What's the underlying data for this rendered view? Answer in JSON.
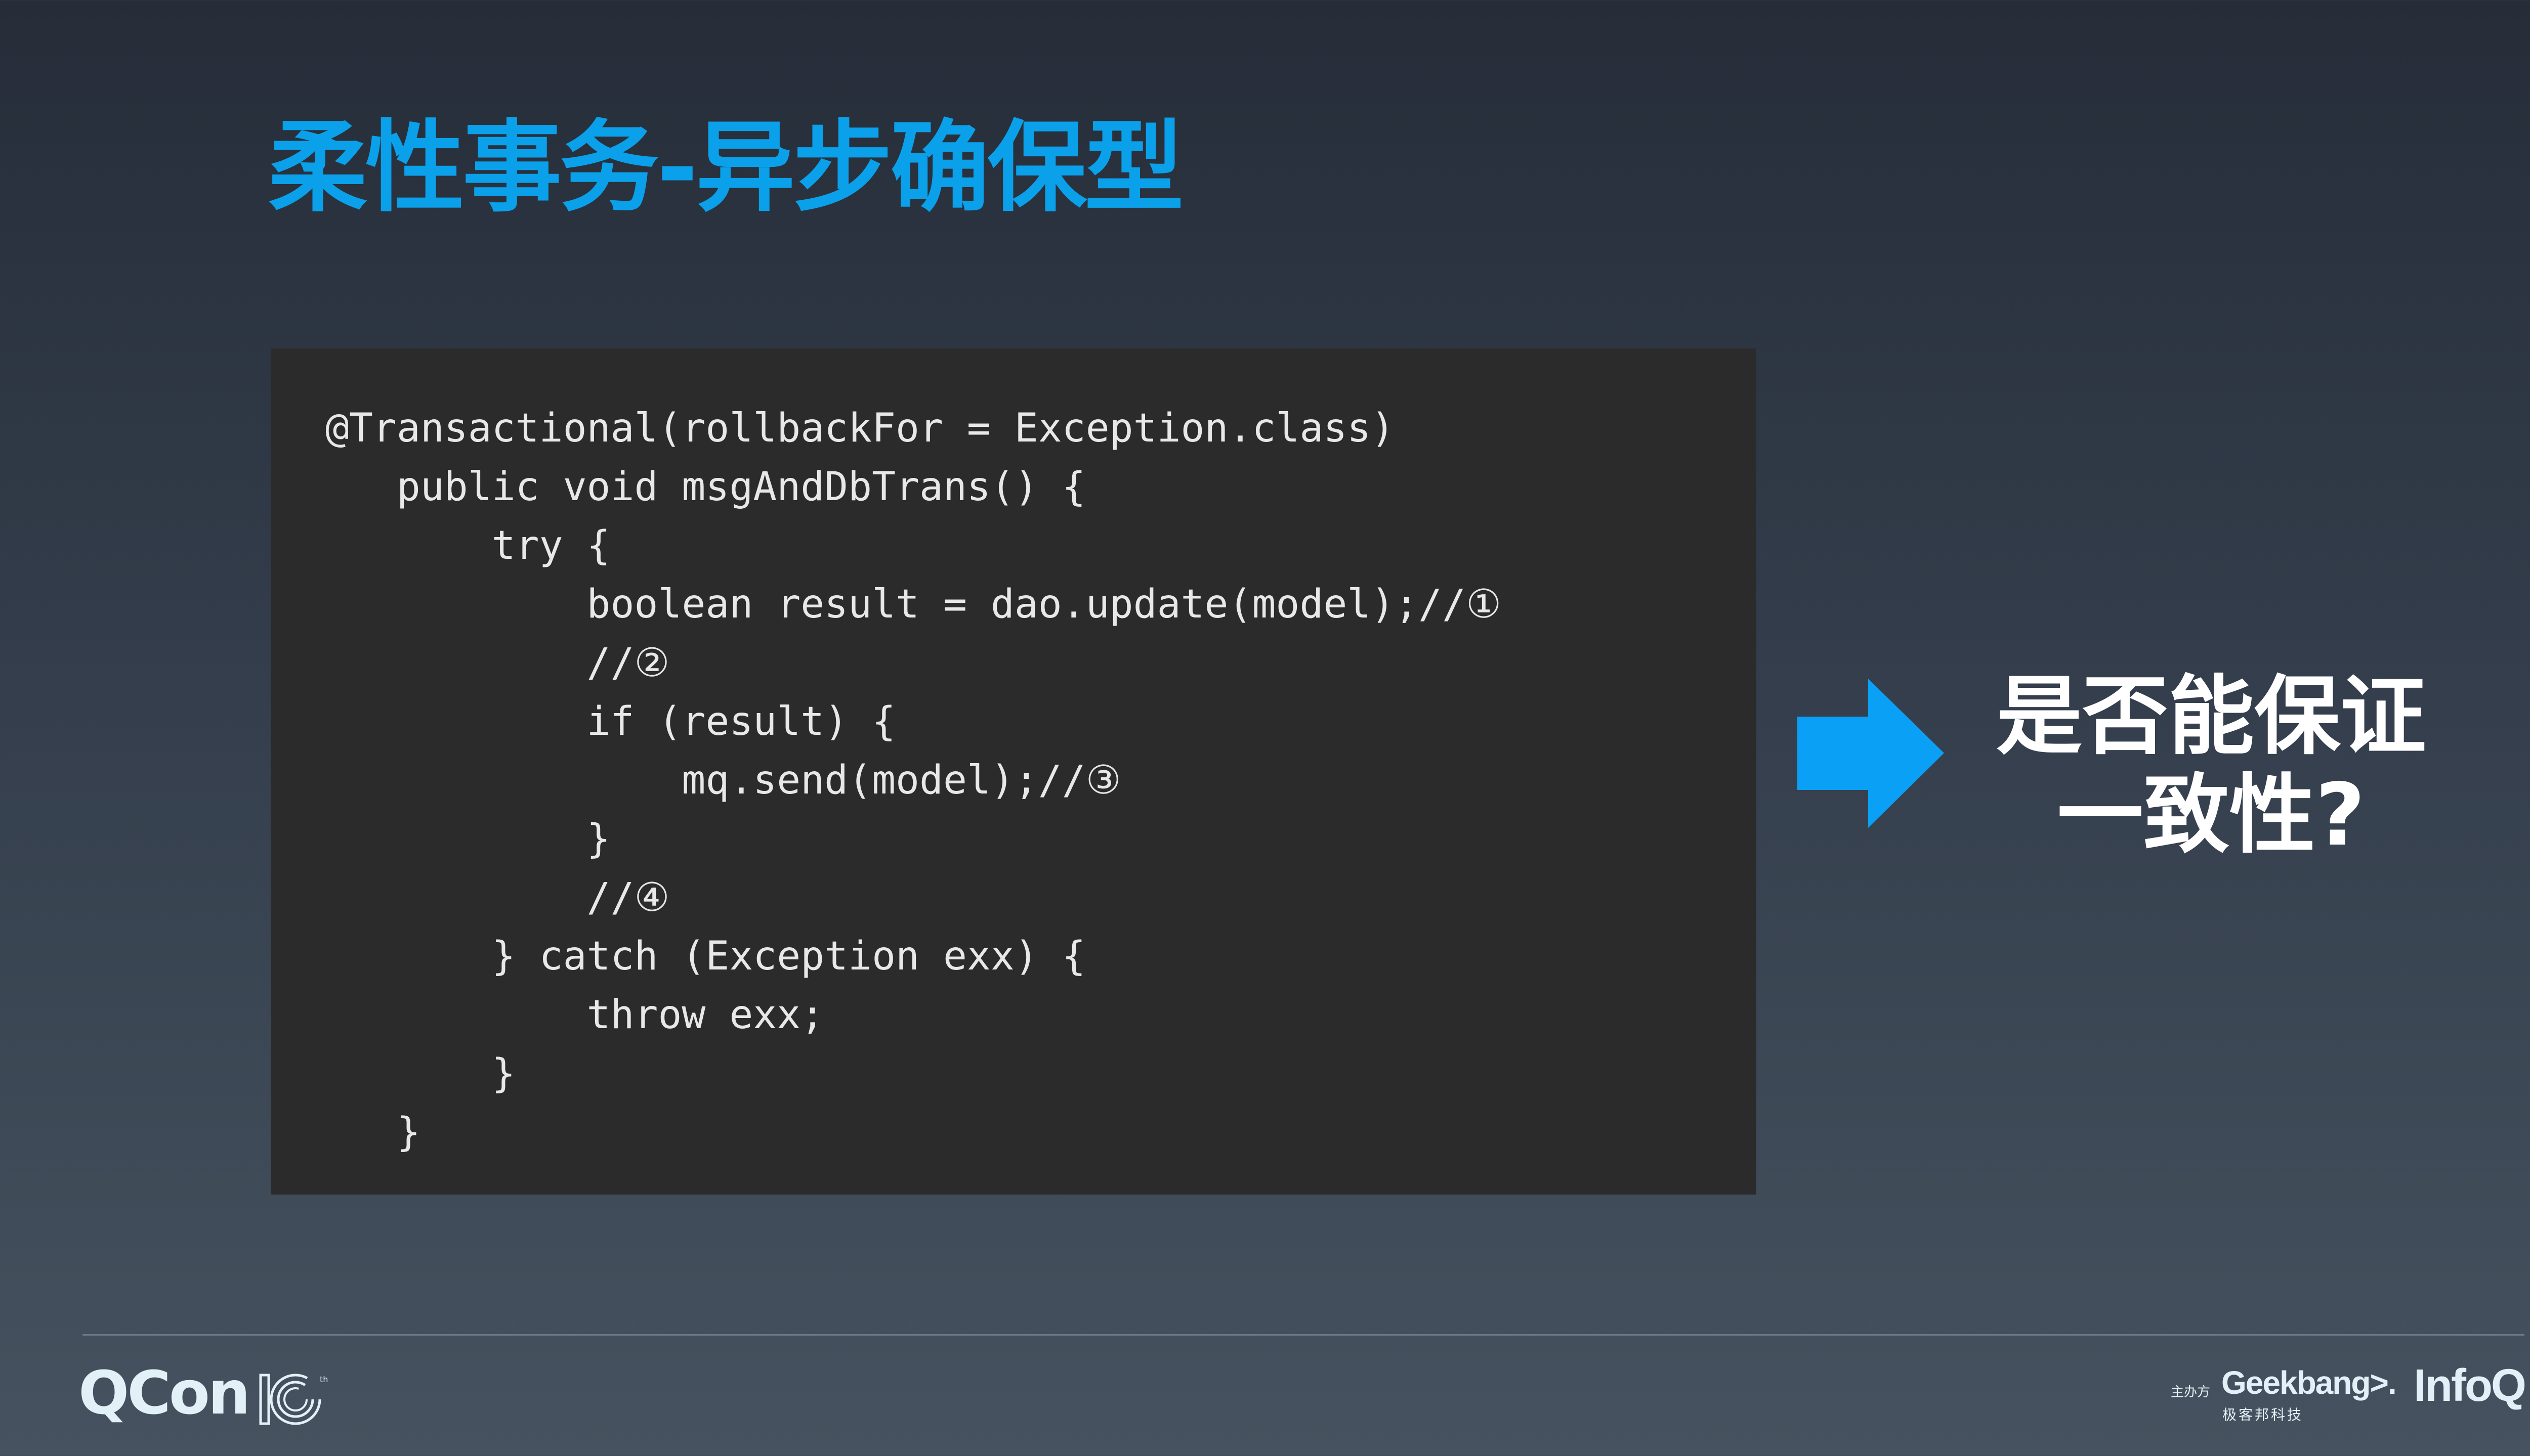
{
  "slide": {
    "title": "柔性事务-异步确保型",
    "code_lines": [
      "@Transactional(rollbackFor = Exception.class)",
      "   public void msgAndDbTrans() {",
      "       try {",
      "           boolean result = dao.update(model);//①",
      "           //②",
      "           if (result) {",
      "               mq.send(model);//③",
      "           }",
      "           //④",
      "       } catch (Exception exx) {",
      "           throw exx;",
      "       }",
      "   }"
    ],
    "question_line1": "是否能保证",
    "question_line2": "一致性?",
    "arrow_icon": "right-arrow-icon",
    "accent_color": "#0aa0ea"
  },
  "footer": {
    "qcon_logo": "QCon",
    "tenth": "th",
    "sponsor_label": "主办方",
    "geekbang_logo": "Geekbang>.",
    "geekbang_sub": "极客邦科技",
    "infoq_logo": "InfoQ"
  }
}
